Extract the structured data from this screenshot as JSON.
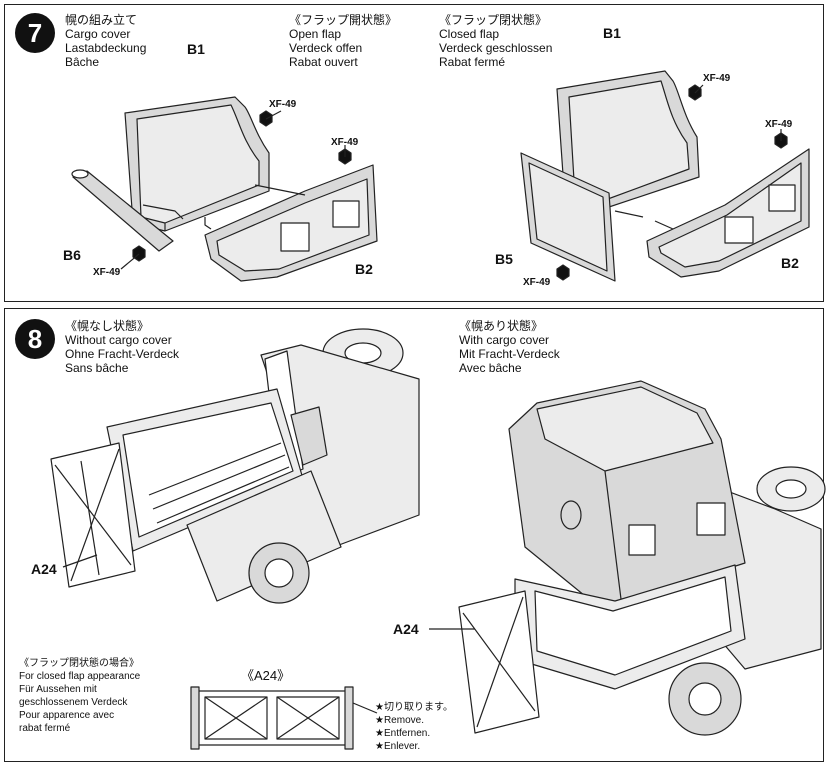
{
  "step7": {
    "number": "7",
    "title_lines": [
      "幌の組み立て",
      "Cargo cover",
      "Lastabdeckung",
      "Bâche"
    ],
    "open_flap_lines": [
      "《フラップ開状態》",
      "Open flap",
      "Verdeck offen",
      "Rabat ouvert"
    ],
    "closed_flap_lines": [
      "《フラップ閉状態》",
      "Closed flap",
      "Verdeck geschlossen",
      "Rabat fermé"
    ],
    "part_labels": {
      "b1": "B1",
      "b2": "B2",
      "b5": "B5",
      "b6": "B6"
    },
    "paint_code": "XF-49"
  },
  "step8": {
    "number": "8",
    "without_cover_lines": [
      "《幌なし状態》",
      "Without cargo cover",
      "Ohne Fracht-Verdeck",
      "Sans bâche"
    ],
    "with_cover_lines": [
      "《幌あり状態》",
      "With cargo cover",
      "Mit Fracht-Verdeck",
      "Avec bâche"
    ],
    "part_label_a24": "A24",
    "closed_flap_note_lines": [
      "《フラップ閉状態の場合》",
      "For closed flap appearance",
      "Für Aussehen mit",
      "geschlossenem Verdeck",
      "Pour apparence avec",
      "rabat fermé"
    ],
    "a24_title": "《A24》",
    "remove_lines": [
      "★切り取ります。",
      "★Remove.",
      "★Entfernen.",
      "★Enlever."
    ]
  }
}
